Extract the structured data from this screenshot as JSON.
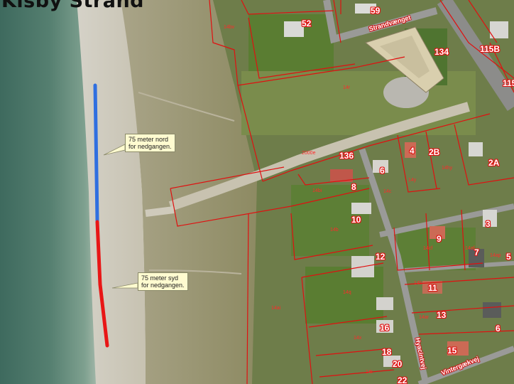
{
  "map": {
    "title": "Kisby Strand",
    "line_colors": {
      "north": "#2f6fe0",
      "south": "#e81616"
    },
    "parcel_color": "#e01010",
    "callouts": {
      "north": "75 meter nord\nfor nedgangen.",
      "south": "75 meter syd\nfor nedgangen."
    },
    "street_names": {
      "strandvaenget": "Strandvænget",
      "hyacintvej": "Hyacintvej",
      "vintergaekvej": "Vintergækvej"
    },
    "house_numbers": [
      "59",
      "52",
      "134",
      "115B",
      "115",
      "136",
      "4",
      "2B",
      "2A",
      "6",
      "8",
      "10",
      "3",
      "9",
      "5",
      "7",
      "12",
      "11",
      "13",
      "16",
      "6",
      "15",
      "18",
      "20",
      "22"
    ],
    "parcel_ids": [
      "14bv",
      "14r",
      "2000e",
      "14bi",
      "14c",
      "14y",
      "14hy",
      "14b",
      "14ai",
      "14q",
      "14cf",
      "14af",
      "14ap",
      "14b",
      "14x",
      "14ar",
      "14t"
    ]
  }
}
